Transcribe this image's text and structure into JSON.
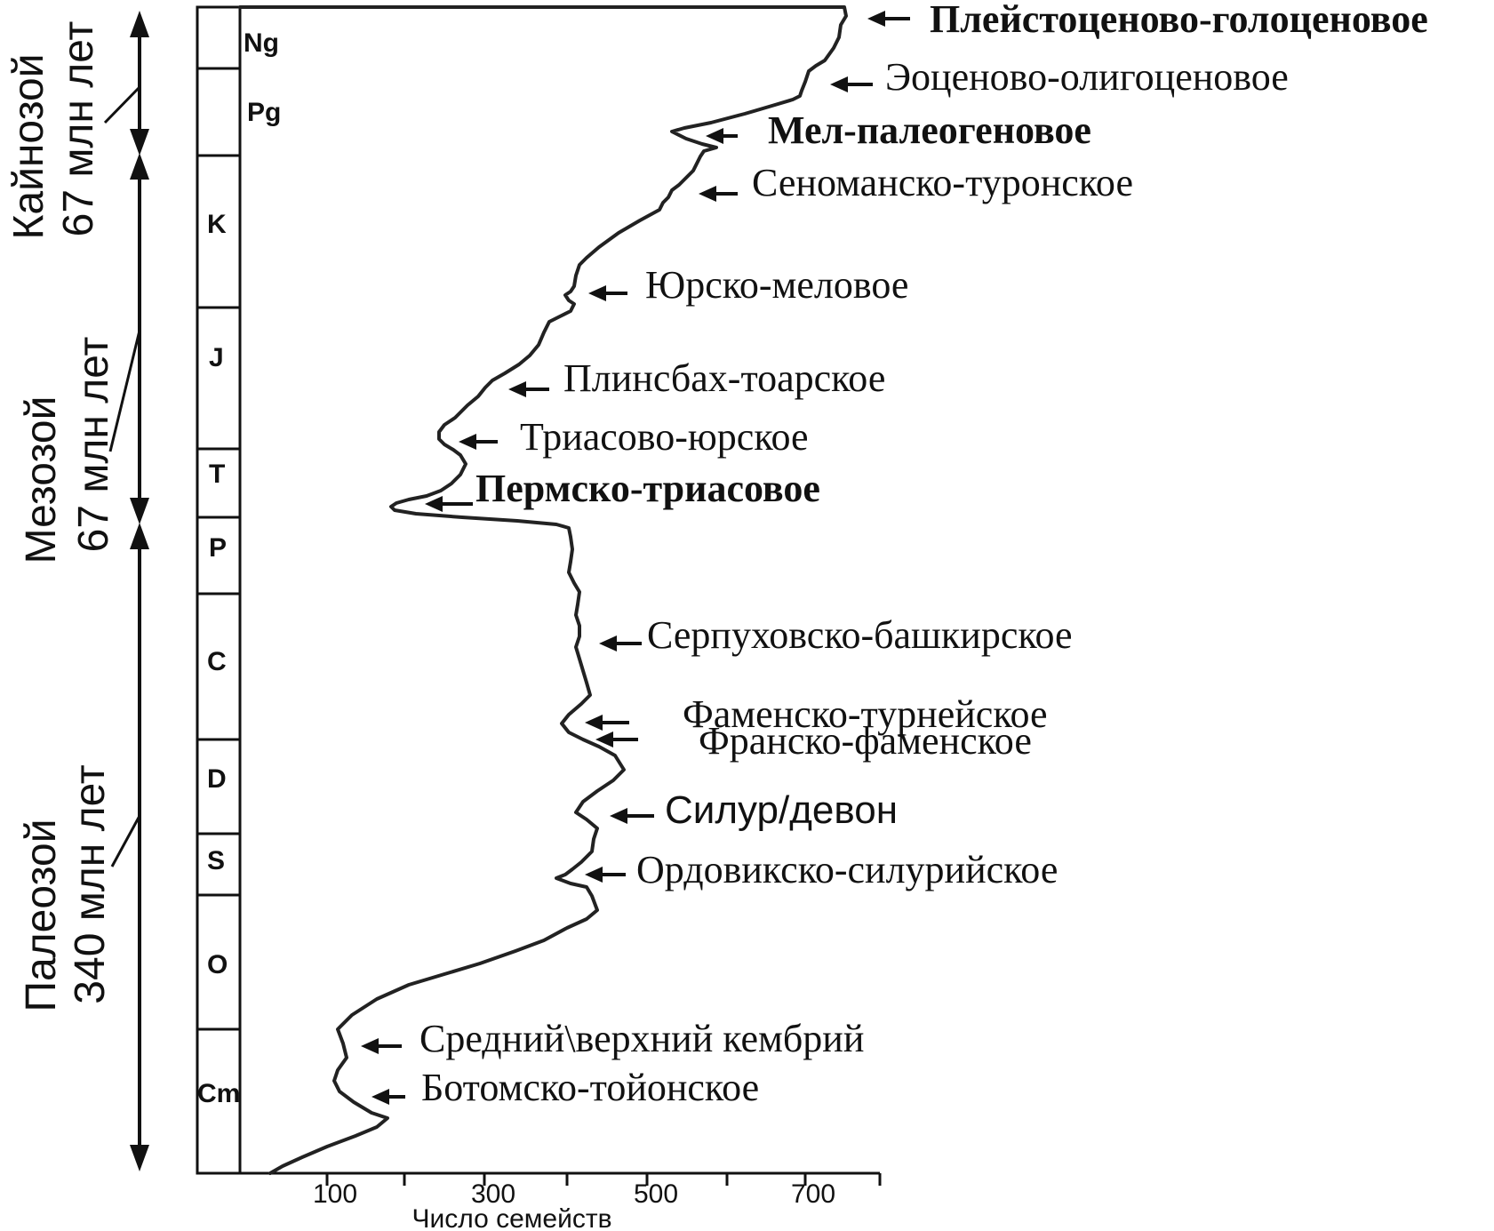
{
  "eras": [
    {
      "name": "Кайнозой",
      "duration": "67 млн лет"
    },
    {
      "name": "Мезозой",
      "duration": "67  млн лет"
    },
    {
      "name": "Палеозой",
      "duration": "340 млн лет"
    }
  ],
  "periods": [
    "Ng",
    "Pg",
    "K",
    "J",
    "T",
    "P",
    "C",
    "D",
    "S",
    "O",
    "Cm"
  ],
  "events": [
    {
      "label": "Плейстоценово-голоценовое",
      "bold": true
    },
    {
      "label": "Эоценово-олигоценовое",
      "bold": false
    },
    {
      "label": "Мел-палеогеновое",
      "bold": true
    },
    {
      "label": "Сеноманско-туронское",
      "bold": false
    },
    {
      "label": "Юрско-меловое",
      "bold": false
    },
    {
      "label": "Плинсбах-тоарское",
      "bold": false
    },
    {
      "label": "Триасово-юрское",
      "bold": false
    },
    {
      "label": "Пермско-триасовое",
      "bold": true
    },
    {
      "label": "Серпуховско-башкирское",
      "bold": false
    },
    {
      "label": "Фаменско-турнейское",
      "bold": false
    },
    {
      "label": "Франско-фаменское",
      "bold": false
    },
    {
      "label": "Силур/девон",
      "bold": false
    },
    {
      "label": "Ордовикско-силурийское",
      "bold": false
    },
    {
      "label": "Средний\\верхний кембрий",
      "bold": false
    },
    {
      "label": "Ботомско-тойонское",
      "bold": false
    }
  ],
  "x_axis": {
    "title": "Число семейств",
    "tick_labels": [
      "100",
      "300",
      "500",
      "700"
    ]
  },
  "colors": {
    "ink": "#111111",
    "background": "#ffffff"
  }
}
